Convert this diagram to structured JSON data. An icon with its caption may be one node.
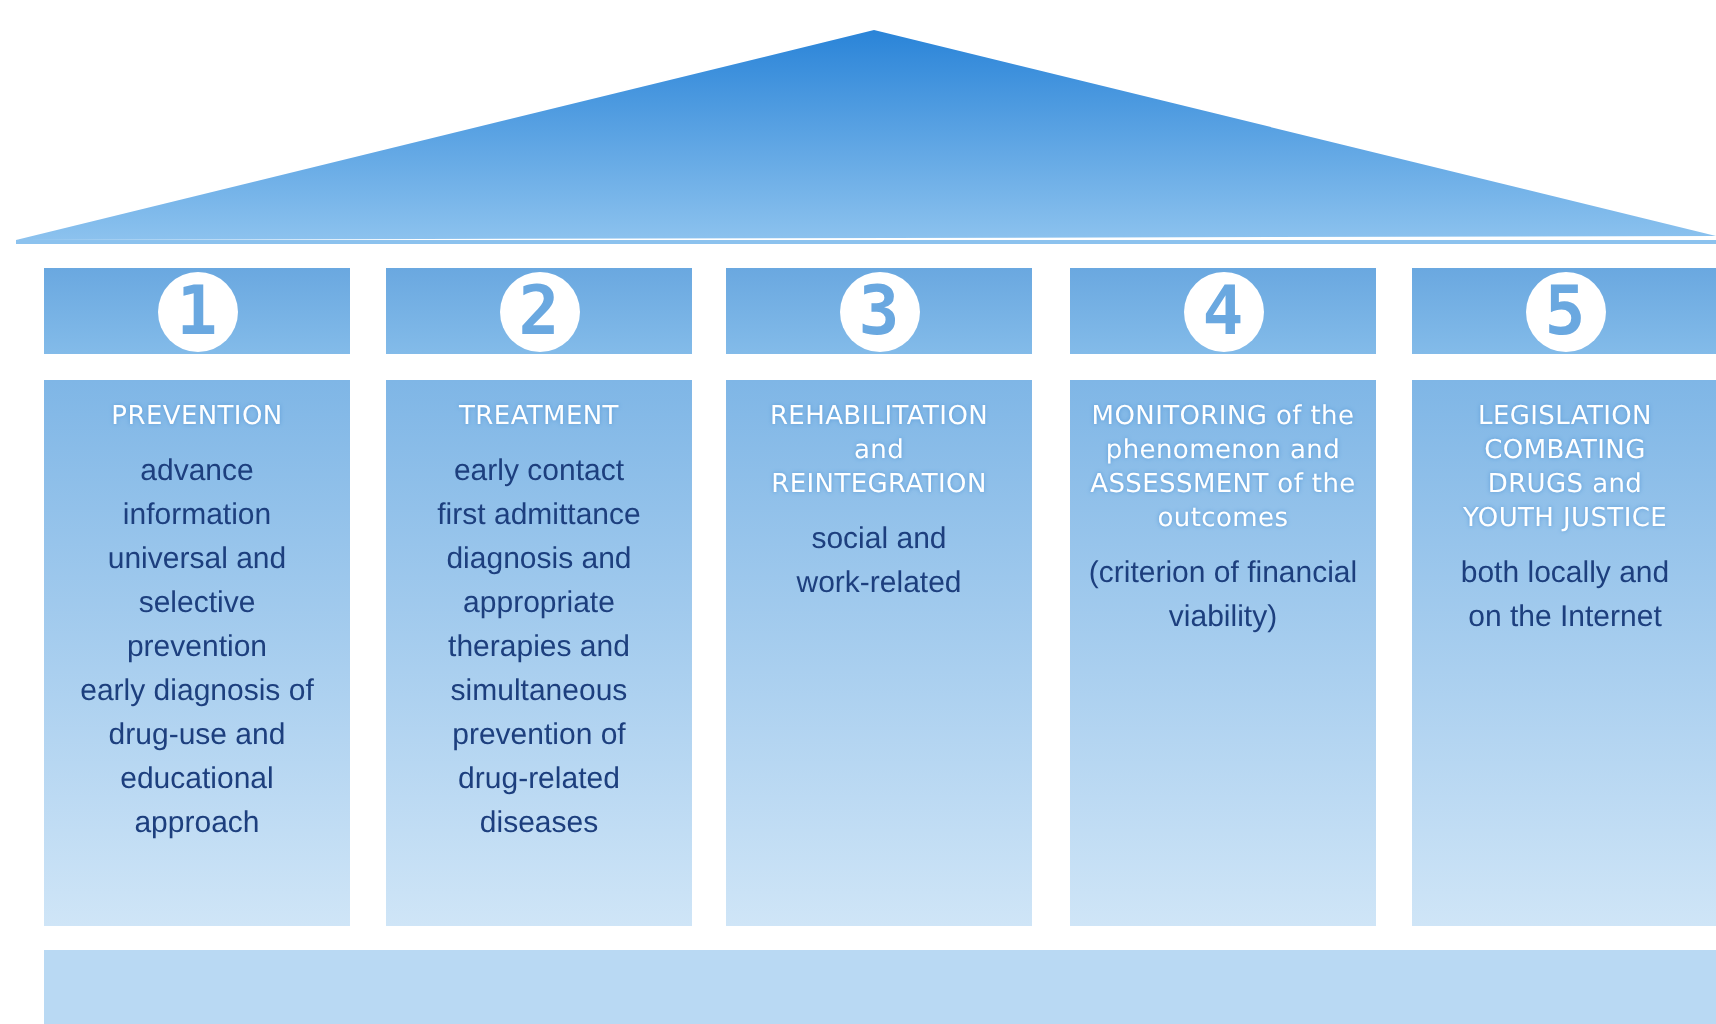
{
  "diagram": {
    "nodes": [
      {
        "text": [
          "1"
        ]
      },
      {
        "text": [
          "2"
        ]
      },
      {
        "text": [
          "3"
        ]
      },
      {
        "text": [
          "4"
        ]
      },
      {
        "text": [
          "5"
        ]
      },
      {
        "text": [
          "PREVENTION",
          "advance information",
          "universal and selective prevention",
          "early diagnosis of drug-use and educational approach"
        ]
      },
      {
        "text": [
          "TREATMENT",
          "early contact",
          "first admittance",
          "diagnosis and appropriate therapies and simultaneous prevention of drug-related diseases"
        ]
      },
      {
        "text": [
          "REHABILITATION and REINTEGRATION",
          "social and work-related"
        ]
      },
      {
        "text": [
          "MONITORING of the phenomenon and ASSESSMENT of the outcomes",
          "(criterion of financial viability)"
        ]
      },
      {
        "text": [
          "LEGISLATION COMBATING DRUGS and YOUTH JUSTICE",
          "both locally and on the Internet"
        ]
      },
      {
        "text": [],
        "shape": "bar"
      }
    ]
  }
}
